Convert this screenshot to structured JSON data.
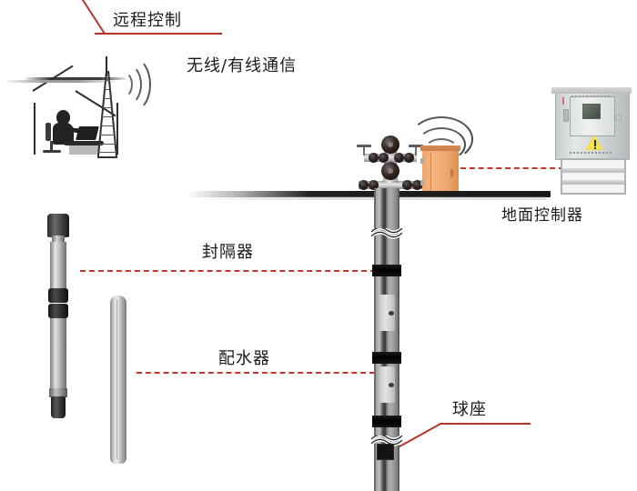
{
  "diagram": {
    "title": "分层注水井下智能控制系统示意图",
    "type": "oilfield-intelligent-water-injection-schematic",
    "background_color": "#ffffff",
    "accent_color": "#c0392b",
    "ground_color": "#1c1c1c"
  },
  "labels": {
    "remote_control": "远程控制",
    "communication": "无线/有线通信",
    "ground_controller": "地面控制器",
    "packer": "封隔器",
    "water_distributor": "配水器",
    "ball_seat": "球座"
  },
  "components": {
    "remote_station": {
      "name": "远程控制室",
      "icon": "house-with-operator-icon",
      "elements": [
        "house-outline",
        "operator-silhouette",
        "desk",
        "laptop",
        "office-chair"
      ]
    },
    "antenna_tower": {
      "name": "通信铁塔",
      "icon": "lattice-tower-icon",
      "signal_arcs": 3,
      "signal_direction": "right"
    },
    "wellhead": {
      "name": "井口采油树",
      "icon": "christmas-tree-valve-icon",
      "valve_wheels": 2,
      "flanges": 8
    },
    "surface_box": {
      "name": "井口控制箱",
      "color": "#f0a670",
      "signal_arcs": 3,
      "signal_direction": "up"
    },
    "control_cabinet": {
      "name": "地面控制柜",
      "color": "#c8cccd",
      "has_display": true,
      "has_warning_label": true,
      "warning_icon": "high-voltage-warning-icon"
    },
    "packer_tool": {
      "name": "封隔器工具实物",
      "icon": "packer-tool-icon",
      "description": "金属筒体带黑色胶筒"
    },
    "distributor_tool": {
      "name": "配水器工具实物",
      "icon": "water-distributor-tool-icon",
      "description": "光滑灰色筒体"
    },
    "wellbore": {
      "name": "井筒管柱",
      "packer_bands": 3,
      "distributor_modules": 2,
      "break_marks": 2,
      "ball_seat_present": true
    }
  },
  "connections": [
    {
      "from": "remote_control_label",
      "to": "house",
      "style": "solid",
      "color": "#b5342a"
    },
    {
      "from": "surface_box",
      "to": "control_cabinet",
      "style": "dashed",
      "color": "#c0392b"
    },
    {
      "from": "packer_label",
      "to": "wellbore_packer",
      "style": "dashed",
      "color": "#c0392b"
    },
    {
      "from": "distributor_label",
      "to": "wellbore_distributor",
      "style": "dashed",
      "color": "#c0392b"
    },
    {
      "from": "ball_seat_label",
      "to": "wellbore_ball_seat",
      "style": "solid",
      "color": "#b5342a"
    }
  ]
}
